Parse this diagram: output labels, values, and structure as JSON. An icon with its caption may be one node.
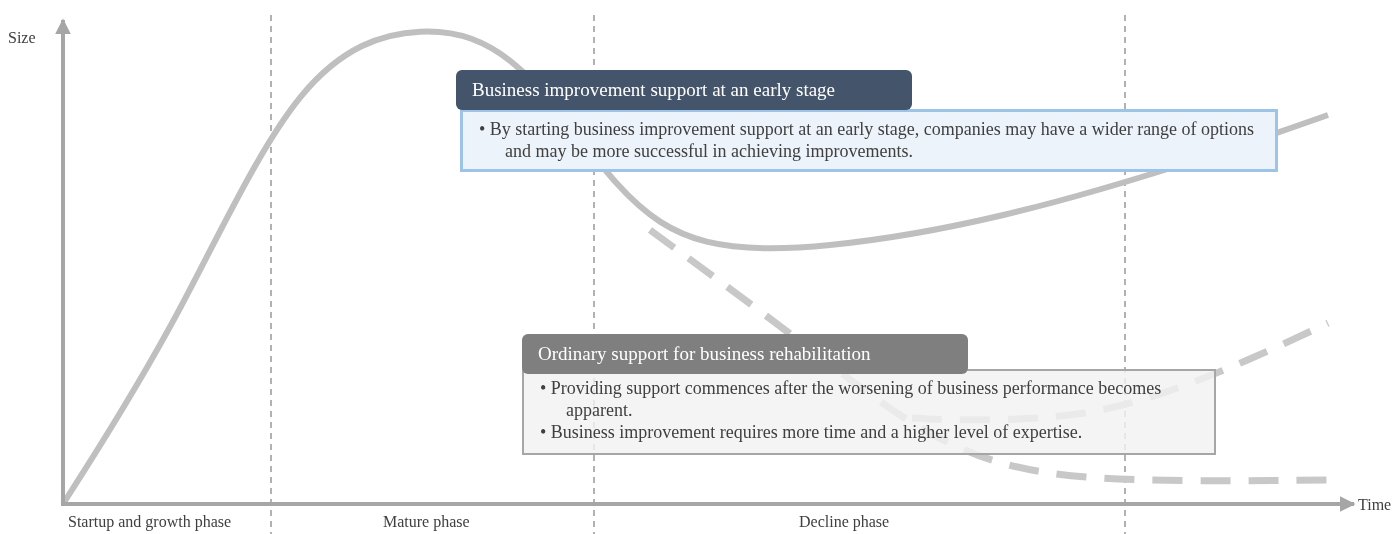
{
  "diagram": {
    "nodes": [
      {
        "text": [
          "Business improvement support at an early stage",
          "• By starting business improvement support at an early stage, companies may have a wider range of options and may be more successful in achieving improvements."
        ]
      },
      {
        "text": [
          "Ordinary support for business rehabilitation",
          "• Providing support commences after the worsening of business performance becomes apparent.",
          "• Business improvement requires more time and a higher level of expertise."
        ]
      }
    ],
    "labels": [
      "Size",
      "Time",
      "Startup and growth phase",
      "Mature phase",
      "Decline phase"
    ]
  }
}
